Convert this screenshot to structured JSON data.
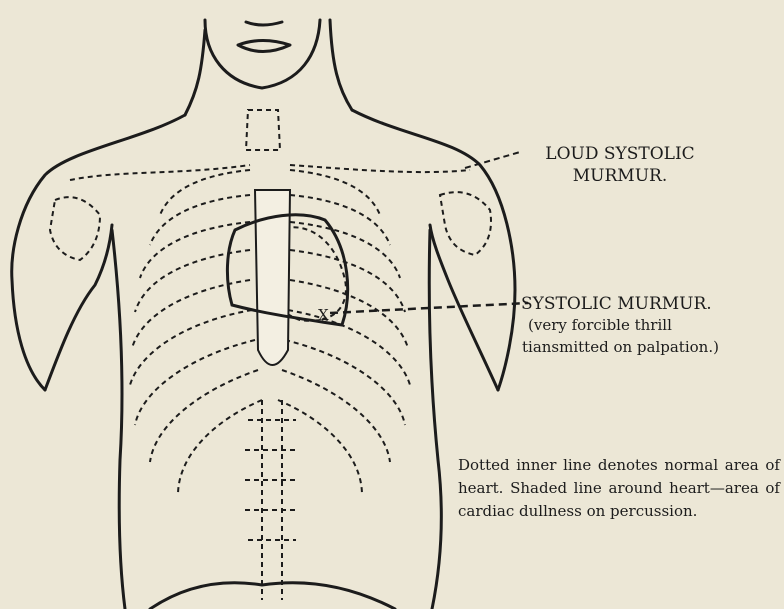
{
  "labels": {
    "loud_systolic": {
      "line1": "LOUD SYSTOLIC",
      "line2": "MURMUR."
    },
    "systolic_murmur": "SYSTOLIC MURMUR.",
    "systolic_note": {
      "line1": "(very forcible thrill",
      "line2": "tiansmitted on palpation.)"
    }
  },
  "caption": "Dotted inner line denotes normal area of heart. Shaded line around heart—area of cardiac dullness on percussion.",
  "marker": "X",
  "colors": {
    "paper": "#ece7d6",
    "ink": "#1c1c1c"
  }
}
